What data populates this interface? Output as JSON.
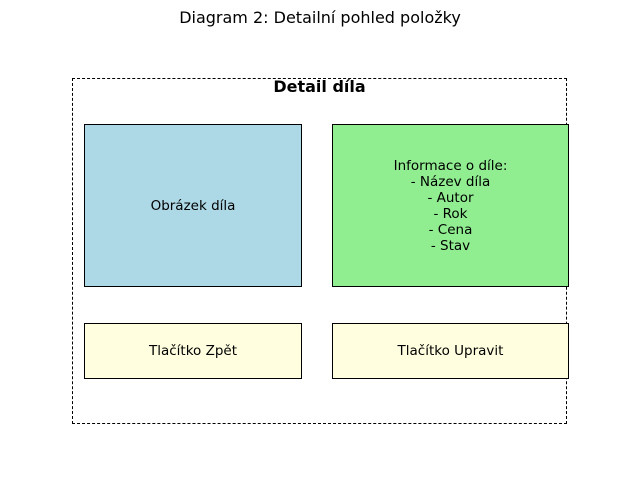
{
  "title": "Diagram 2: Detailní pohled položky",
  "frame": {
    "title": "Detail díla"
  },
  "colors": {
    "image_box": "#add8e6",
    "info_box": "#90ee90",
    "button_box": "#ffffe0",
    "border": "#000000",
    "background": "#ffffff"
  },
  "boxes": {
    "image": {
      "label": "Obrázek díla"
    },
    "info": {
      "heading": "Informace o díle:",
      "items": [
        "- Název díla",
        "- Autor",
        "- Rok",
        "- Cena",
        "- Stav"
      ]
    },
    "back_button": {
      "label": "Tlačítko Zpět"
    },
    "edit_button": {
      "label": "Tlačítko Upravit"
    }
  }
}
